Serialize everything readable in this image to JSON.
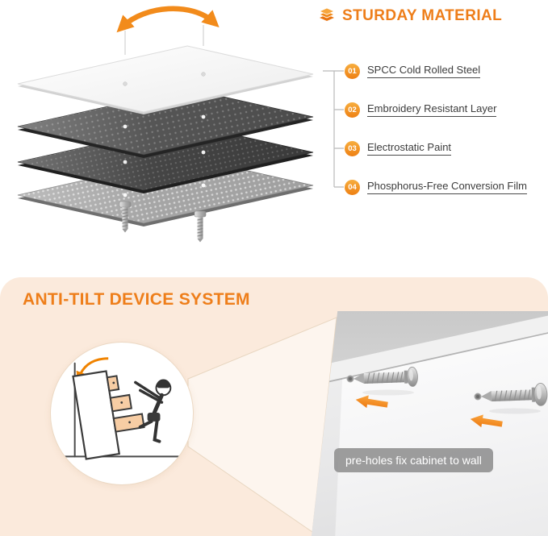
{
  "material_section": {
    "title": "STURDAY MATERIAL",
    "items": [
      {
        "num": "01",
        "label": "SPCC Cold Rolled Steel"
      },
      {
        "num": "02",
        "label": "Embroidery Resistant Layer"
      },
      {
        "num": "03",
        "label": "Electrostatic Paint"
      },
      {
        "num": "04",
        "label": "Phosphorus-Free Conversion Film"
      }
    ]
  },
  "anti_tilt_section": {
    "title": "ANTI-TILT DEVICE SYSTEM",
    "caption": "pre-holes fix cabinet to wall"
  },
  "icons": [
    "layers-stack-icon",
    "rotation-arrows-icon",
    "screw-icon",
    "anchor-screw-icon",
    "direction-arrow-icon",
    "child-climbing-illustration"
  ],
  "colors": {
    "accent": "#EE7E1A",
    "badge_top": "#F7AE3F",
    "badge_bottom": "#EE7F12",
    "section_bg": "#FBEADC",
    "caption_bg": "#949494",
    "text": "#3C3C3C"
  }
}
